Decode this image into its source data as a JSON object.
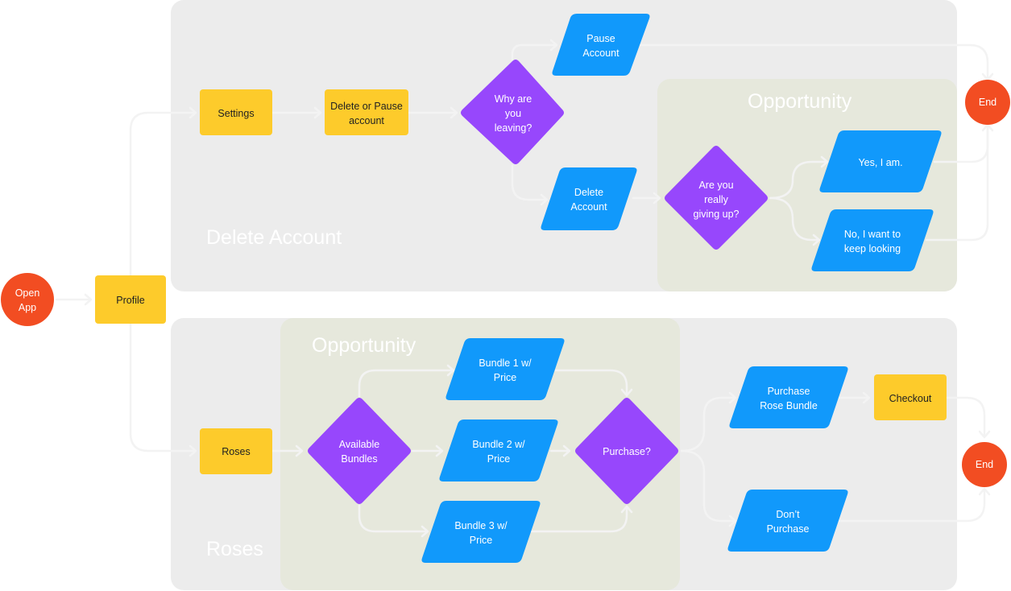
{
  "colors": {
    "process": "#fdcb2b",
    "io": "#1199fb",
    "decision": "#9747fc",
    "terminal": "#f24d22",
    "group_background": "#ececec",
    "opportunity_background": "#e6e8dc",
    "connector": "#f3f3f3"
  },
  "groups": [
    {
      "id": "delete-account",
      "label": "Delete Account"
    },
    {
      "id": "roses",
      "label": "Roses"
    }
  ],
  "opportunity_zones": [
    {
      "id": "opportunity-delete",
      "label": "Opportunity"
    },
    {
      "id": "opportunity-roses",
      "label": "Opportunity"
    }
  ],
  "nodes": {
    "open_app": {
      "type": "terminal",
      "lines": [
        "Open",
        "App"
      ]
    },
    "profile": {
      "type": "process",
      "lines": [
        "Profile"
      ]
    },
    "settings": {
      "type": "process",
      "lines": [
        "Settings"
      ]
    },
    "delete_or_pause": {
      "type": "process",
      "lines": [
        "Delete or Pause",
        "account"
      ]
    },
    "why_leaving": {
      "type": "decision",
      "lines": [
        "Why are",
        "you",
        "leaving?"
      ]
    },
    "pause_account": {
      "type": "io",
      "lines": [
        "Pause",
        "Account"
      ]
    },
    "delete_account": {
      "type": "io",
      "lines": [
        "Delete",
        "Account"
      ]
    },
    "really_giving_up": {
      "type": "decision",
      "lines": [
        "Are you",
        "really",
        "giving up?"
      ]
    },
    "yes_i_am": {
      "type": "io",
      "lines": [
        "Yes, I am."
      ]
    },
    "no_keep_looking": {
      "type": "io",
      "lines": [
        "No, I want to",
        "keep looking"
      ]
    },
    "end_top": {
      "type": "terminal",
      "lines": [
        "End"
      ]
    },
    "roses": {
      "type": "process",
      "lines": [
        "Roses"
      ]
    },
    "available_bundles": {
      "type": "decision",
      "lines": [
        "Available",
        "Bundles"
      ]
    },
    "bundle_1": {
      "type": "io",
      "lines": [
        "Bundle 1 w/",
        "Price"
      ]
    },
    "bundle_2": {
      "type": "io",
      "lines": [
        "Bundle 2 w/",
        "Price"
      ]
    },
    "bundle_3": {
      "type": "io",
      "lines": [
        "Bundle 3 w/",
        "Price"
      ]
    },
    "purchase_q": {
      "type": "decision",
      "lines": [
        "Purchase?"
      ]
    },
    "purchase_bundle": {
      "type": "io",
      "lines": [
        "Purchase",
        "Rose Bundle"
      ]
    },
    "dont_purchase": {
      "type": "io",
      "lines": [
        "Don’t",
        "Purchase"
      ]
    },
    "checkout": {
      "type": "process",
      "lines": [
        "Checkout"
      ]
    },
    "end_bottom": {
      "type": "terminal",
      "lines": [
        "End"
      ]
    }
  },
  "edges": [
    [
      "open_app",
      "profile"
    ],
    [
      "profile",
      "settings"
    ],
    [
      "profile",
      "roses"
    ],
    [
      "settings",
      "delete_or_pause"
    ],
    [
      "delete_or_pause",
      "why_leaving"
    ],
    [
      "why_leaving",
      "pause_account"
    ],
    [
      "why_leaving",
      "delete_account"
    ],
    [
      "pause_account",
      "end_top"
    ],
    [
      "delete_account",
      "really_giving_up"
    ],
    [
      "really_giving_up",
      "yes_i_am"
    ],
    [
      "really_giving_up",
      "no_keep_looking"
    ],
    [
      "yes_i_am",
      "end_top"
    ],
    [
      "no_keep_looking",
      "end_top"
    ],
    [
      "roses",
      "available_bundles"
    ],
    [
      "available_bundles",
      "bundle_1"
    ],
    [
      "available_bundles",
      "bundle_2"
    ],
    [
      "available_bundles",
      "bundle_3"
    ],
    [
      "bundle_1",
      "purchase_q"
    ],
    [
      "bundle_2",
      "purchase_q"
    ],
    [
      "bundle_3",
      "purchase_q"
    ],
    [
      "purchase_q",
      "purchase_bundle"
    ],
    [
      "purchase_q",
      "dont_purchase"
    ],
    [
      "purchase_bundle",
      "checkout"
    ],
    [
      "checkout",
      "end_bottom"
    ],
    [
      "dont_purchase",
      "end_bottom"
    ]
  ]
}
